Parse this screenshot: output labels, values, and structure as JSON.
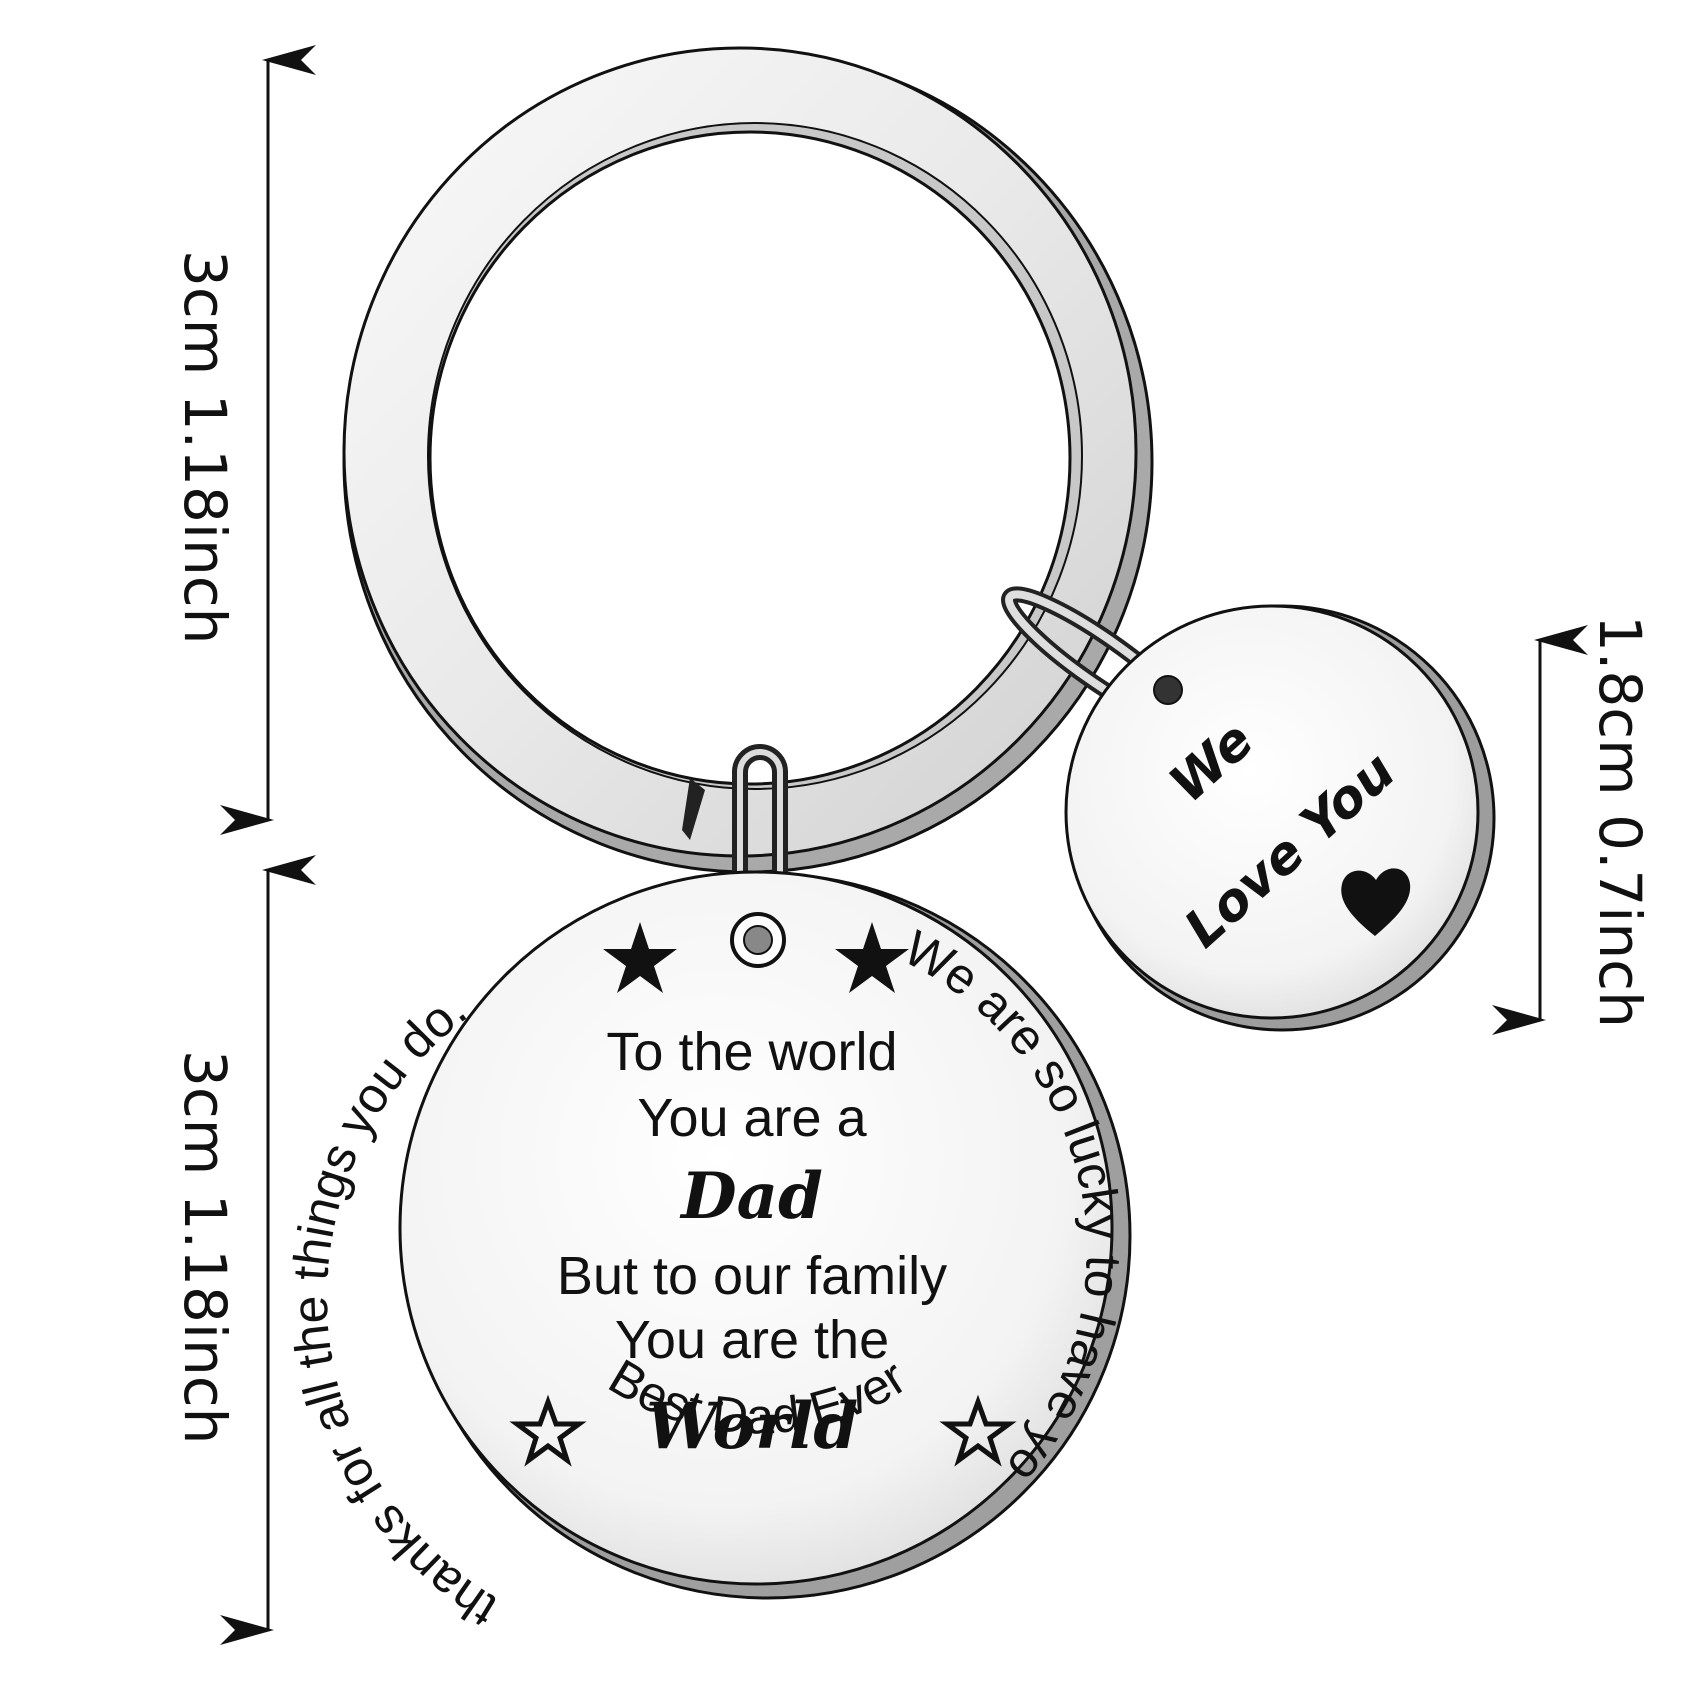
{
  "dimensions": {
    "ring_height": "3cm 1.18inch",
    "pendant_height": "3cm 1.18inch",
    "tag_height": "1.8cm 0.7inch"
  },
  "pendant": {
    "lines": [
      "To the world",
      "You are a",
      "Dad",
      "But to our family",
      "You are the",
      "World"
    ],
    "arc_right": "We are so lucky to have you,",
    "arc_left": "thanks for all the things you do.",
    "arc_bottom": "Best Dad Ever"
  },
  "tag": {
    "line1": "We",
    "line2": "Love You"
  },
  "colors": {
    "outline": "#111111",
    "metal_edge": "#a8a8a8",
    "metal_face": "#f4f4f4"
  }
}
